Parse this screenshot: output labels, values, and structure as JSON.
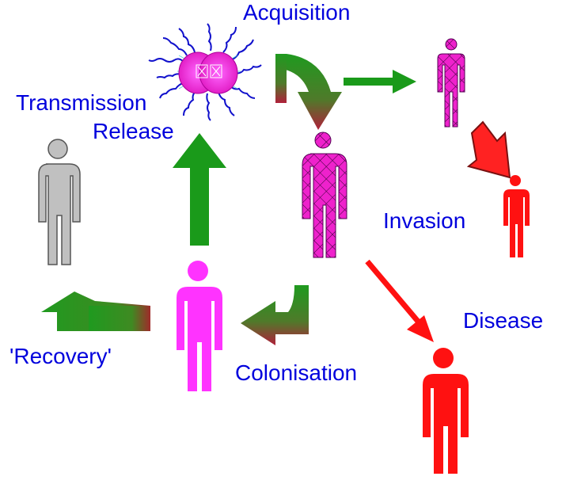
{
  "labels": {
    "acquisition": "Acquisition",
    "transmission": "Transmission",
    "release": "Release",
    "invasion": "Invasion",
    "disease": "Disease",
    "colonisation": "Colonisation",
    "recovery": "'Recovery'"
  },
  "colors": {
    "label_text": "#0000dd",
    "carrier_magenta": "#ff33ff",
    "cell_magenta": "#ee22cc",
    "disease_red": "#ff1111",
    "healthy_grey": "#c0c0c0",
    "arrow_green": "#1a9a1a",
    "arrow_dark_red": "#a01a2a",
    "flagella_blue": "#1111cc"
  }
}
